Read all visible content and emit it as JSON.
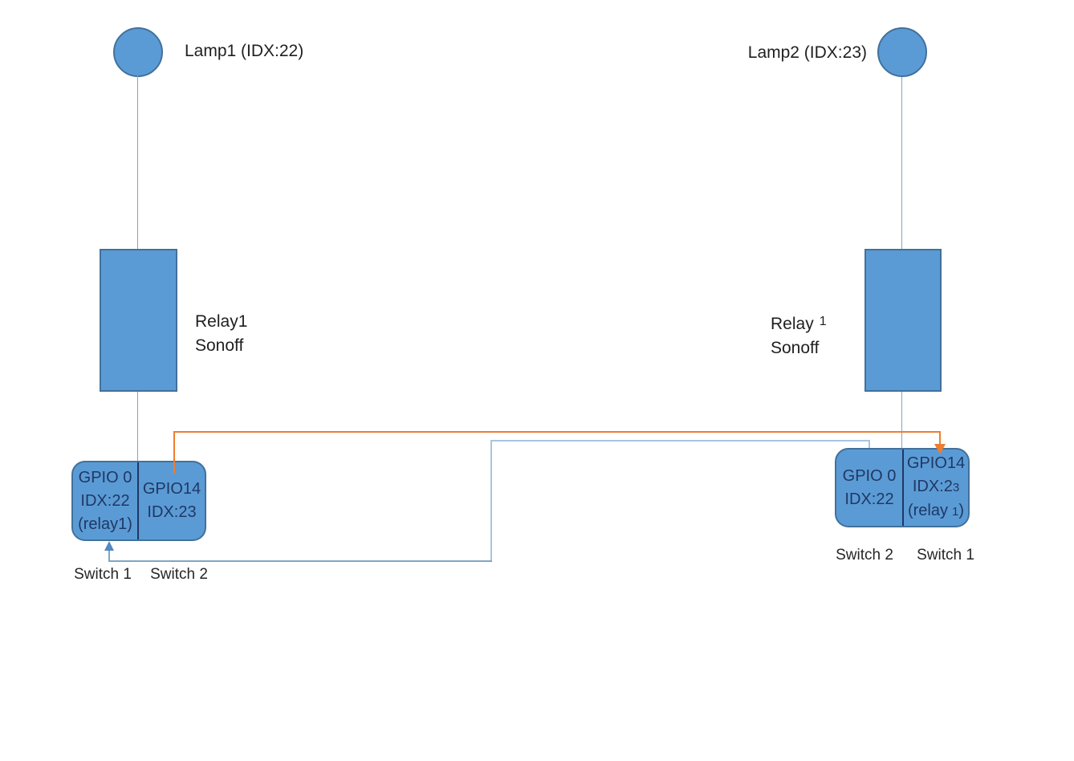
{
  "colors": {
    "shape_fill": "#5b9bd5",
    "shape_border": "#41719c",
    "divider": "#1f3864",
    "box_text": "#1f3864",
    "label_text": "#1f1f1f",
    "wire_orange": "#ed7d31",
    "wire_blue": "#a6c6e2",
    "wire_blue_dark": "#7fa6c6",
    "arrow_blue": "#5389c2",
    "connector": "#7fa6c6"
  },
  "lamp_left": {
    "label": "Lamp1 (IDX:22)"
  },
  "lamp_right": {
    "label": "Lamp2 (IDX:23)"
  },
  "relay_left": {
    "line1": "Relay1",
    "line2": "Sonoff"
  },
  "relay_right": {
    "line1": "Relay",
    "line1_sup": "1",
    "line2": "Sonoff"
  },
  "gpio_left": {
    "cell1": {
      "line1": "GPIO 0",
      "line2": "IDX:22",
      "line3": "(relay1)"
    },
    "cell2": {
      "line1": "GPIO14",
      "line2": "IDX:23"
    },
    "switch1": "Switch 1",
    "switch2": "Switch 2"
  },
  "gpio_right": {
    "cell1": {
      "line1": "GPIO 0",
      "line2": "IDX:22"
    },
    "cell2": {
      "line1": "GPIO14",
      "line2_main": "IDX:2",
      "line2_small": "3",
      "line3_open": "(relay",
      "line3_small": "1",
      "line3_close": ")"
    },
    "switch2": "Switch 2",
    "switch1": "Switch 1"
  }
}
